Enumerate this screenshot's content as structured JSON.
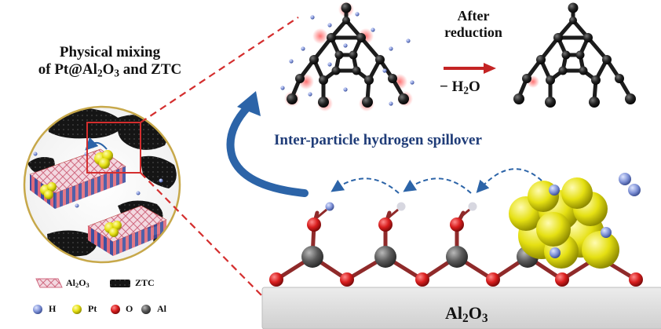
{
  "mixing": {
    "line1": "Physical mixing",
    "line2_prefix": "of Pt@Al",
    "line2_sub1": "2",
    "line2_mid": "O",
    "line2_sub2": "3",
    "line2_suffix": " and ZTC"
  },
  "reduction": {
    "line1": "After",
    "line2": "reduction",
    "minus": "− H",
    "sub": "2",
    "tail": "O"
  },
  "spillover_label": "Inter-particle hydrogen spillover",
  "support": {
    "prefix": "Al",
    "sub1": "2",
    "mid": "O",
    "sub2": "3"
  },
  "legend": {
    "al2o3": {
      "prefix": "Al",
      "sub1": "2",
      "mid": "O",
      "sub2": "3"
    },
    "ztc": "ZTC",
    "h": "H",
    "pt": "Pt",
    "o": "O",
    "al": "Al"
  },
  "colors": {
    "hydrogen": "#7d90d6",
    "platinum": "#e5e012",
    "oxygen": "#d81d1d",
    "aluminum": "#5b5b5b",
    "carbon": "#222222",
    "arrow_blue": "#2c64a8",
    "reduction_arrow": "#c42424",
    "zoom_line": "#d42e2e"
  }
}
